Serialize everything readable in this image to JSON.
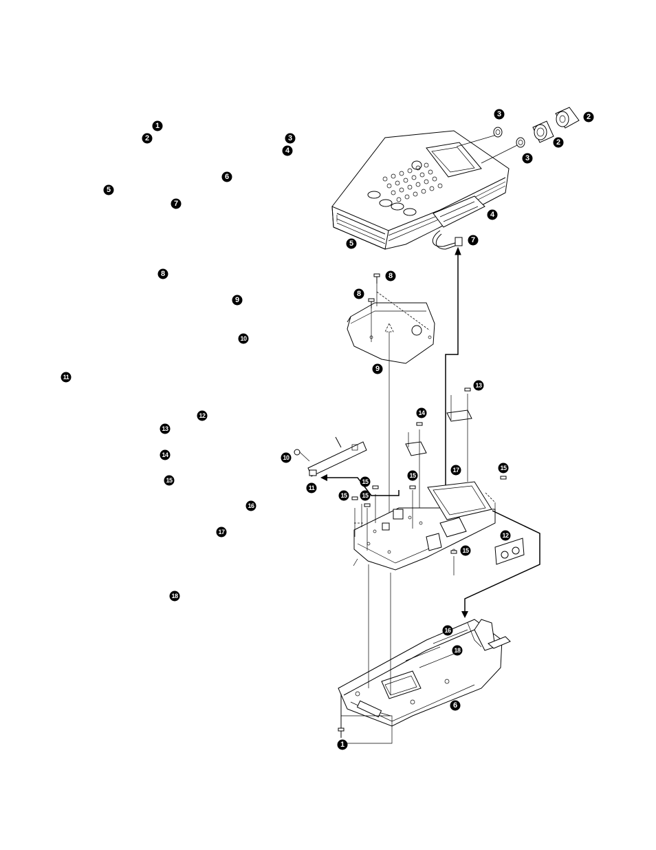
{
  "badges": {
    "b1": "1",
    "b2": "2",
    "b3": "3",
    "b4": "4",
    "b5": "5",
    "b6": "6",
    "b7": "7",
    "b8": "8",
    "b9": "9",
    "b10": "10",
    "b11": "11",
    "b12": "12",
    "b13": "13",
    "b14": "14",
    "b15": "15",
    "b16": "16",
    "b17": "17",
    "b18": "18"
  },
  "colors": {
    "ink": "#000000",
    "paper": "#ffffff"
  }
}
